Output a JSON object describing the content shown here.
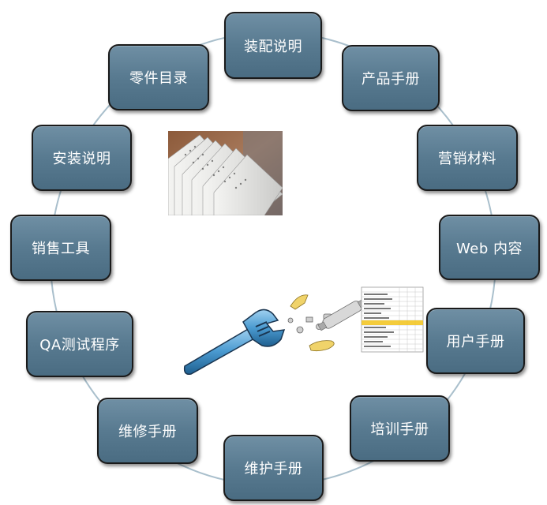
{
  "diagram": {
    "nodes": [
      {
        "id": "assembly-instructions",
        "label": "装配说明"
      },
      {
        "id": "product-manual",
        "label": "产品手册"
      },
      {
        "id": "marketing-materials",
        "label": "营销材料"
      },
      {
        "id": "web-content",
        "label": "Web 内容"
      },
      {
        "id": "user-manual",
        "label": "用户手册"
      },
      {
        "id": "training-manual",
        "label": "培训手册"
      },
      {
        "id": "maintenance-manual",
        "label": "维护手册"
      },
      {
        "id": "repair-manual",
        "label": "维修手册"
      },
      {
        "id": "qa-test-procedures",
        "label": "QA测试程序"
      },
      {
        "id": "sales-tools",
        "label": "销售工具"
      },
      {
        "id": "installation-instructions",
        "label": "安装说明"
      },
      {
        "id": "parts-catalog",
        "label": "零件目录"
      }
    ],
    "images": [
      {
        "name": "stacked-documents-photo"
      },
      {
        "name": "wrench-parts-spreadsheet-illustration"
      }
    ],
    "colors": {
      "node_fill": "#587a90",
      "node_border": "#1a1a1a",
      "node_text": "#ffffff",
      "ring_line": "#a9bfcc",
      "background": "#ffffff"
    }
  }
}
